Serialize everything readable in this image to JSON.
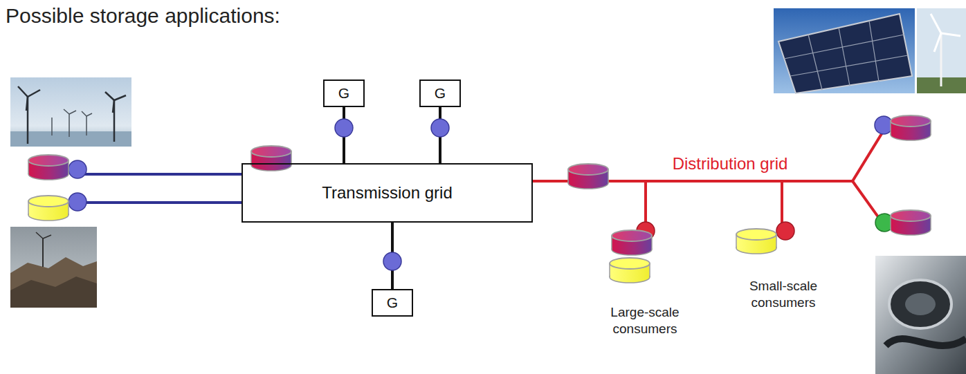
{
  "diagram": {
    "title": "Possible storage applications:",
    "nodes": [
      {
        "text": [
          "G"
        ]
      },
      {
        "text": [
          "G"
        ]
      },
      {
        "text": [
          "Transmission grid"
        ]
      },
      {
        "text": [
          "G"
        ]
      }
    ],
    "edges": [
      {
        "from": 0,
        "to": 2,
        "arrow": "none"
      },
      {
        "from": 1,
        "to": 2,
        "arrow": "none"
      },
      {
        "from": 3,
        "to": 2,
        "arrow": "none"
      }
    ],
    "labels": [
      "Distribution grid",
      "Large-scale consumers",
      "Small-scale consumers"
    ]
  }
}
